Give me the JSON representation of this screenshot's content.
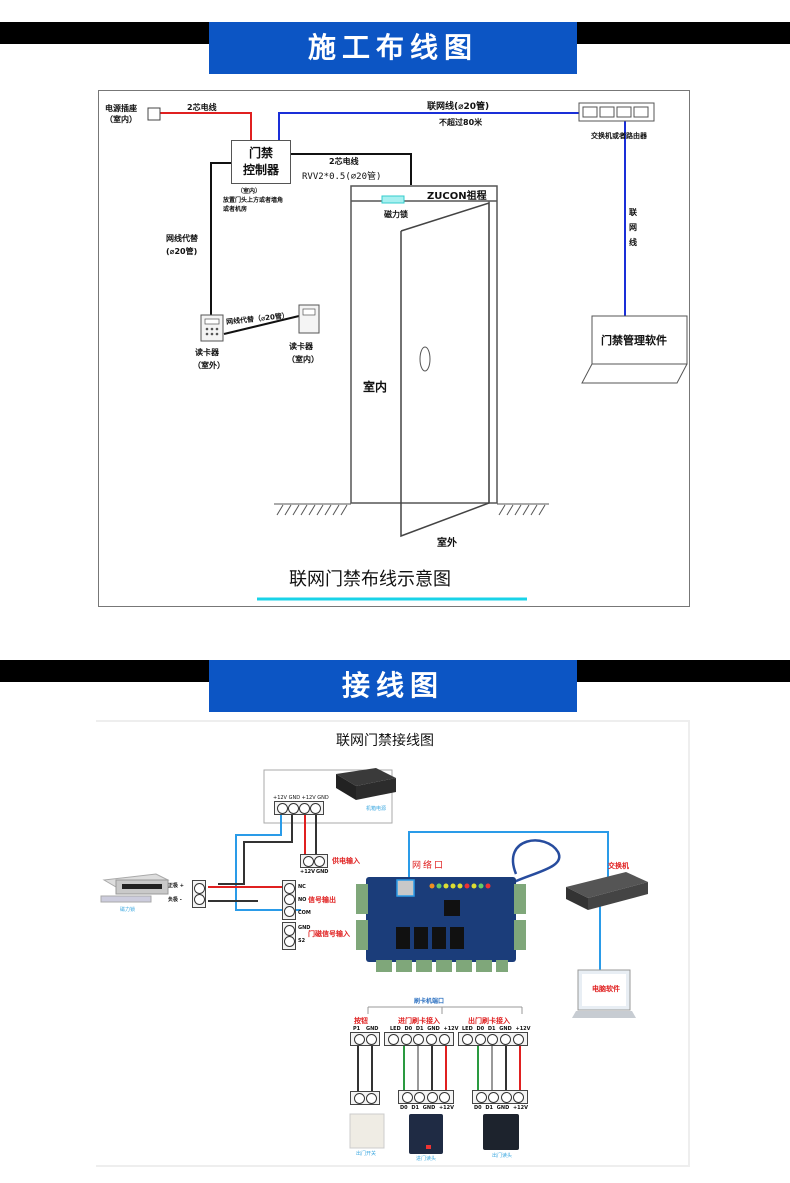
{
  "section1": {
    "banner_title": "施工布线图",
    "diagram": {
      "power_socket_label": "电源插座",
      "power_socket_sub": "（室内）",
      "power_wire_label": "2芯电线",
      "network_wire_label": "联网线(⌀20管)",
      "network_wire_note": "不超过80米",
      "switch_label": "交换机或者路由器",
      "controller_label_line1": "门禁",
      "controller_label_line2": "控制器",
      "controller_note_line1": "（室内）",
      "controller_note_line2": "放置门头上方或者墙角",
      "controller_note_line3": "或者机房",
      "lock_wire_label": "2芯电线",
      "lock_wire_spec": "RVV2*0.5(⌀20管)",
      "brand_logo": "ZUCON祖程",
      "maglock_label": "磁力锁",
      "reader_wire_label": "网线代替",
      "reader_wire_spec": "(⌀20管)",
      "reader_link_label": "网线代替（⌀20管）",
      "reader_out_label": "读卡器",
      "reader_out_sub": "（室外）",
      "reader_in_label": "读卡器",
      "reader_in_sub": "（室内）",
      "net_vertical_label": [
        "联",
        "网",
        "线"
      ],
      "software_label": "门禁管理软件",
      "indoor_label": "室内",
      "outdoor_label": "室外",
      "caption": "联网门禁布线示意图"
    },
    "colors": {
      "power_wire": "#e02020",
      "network_wire": "#1a2fd8",
      "caption_underline": "#19d3e8"
    }
  },
  "section2": {
    "banner_title": "接线图",
    "diagram": {
      "title": "联网门禁接线图",
      "psu_terminal_labels": [
        "+12V",
        "GND",
        "+12V",
        "GND"
      ],
      "psu_label": "机箱电源",
      "power_input_label": "供电输入",
      "power_input_pins": [
        "+12V",
        "GND"
      ],
      "maglock_pins": [
        "正极 +",
        "负极 -"
      ],
      "maglock_label": "磁力锁",
      "signal_pins": [
        "NC",
        "NO",
        "COM"
      ],
      "signal_output_label": "信号输出",
      "door_sensor_pins": [
        "GND",
        "S2"
      ],
      "door_sensor_label": "门磁信号输入",
      "network_port_label": "网络口",
      "switch_label": "交换机",
      "computer_label": "电脑软件",
      "card_port_label": "刷卡机端口",
      "button_group": {
        "label": "按钮",
        "pins": [
          "P1",
          "GND"
        ],
        "device": "出门开关"
      },
      "entry_reader_group": {
        "label": "进门刷卡接入",
        "pins": [
          "LED",
          "D0",
          "D1",
          "GND",
          "+12V"
        ],
        "device_pins": [
          "D0",
          "D1",
          "GND",
          "+12V"
        ],
        "device": "进门读头"
      },
      "exit_reader_group": {
        "label": "出门刷卡接入",
        "pins": [
          "LED",
          "D0",
          "D1",
          "GND",
          "+12V"
        ],
        "device_pins": [
          "D0",
          "D1",
          "GND",
          "+12V"
        ],
        "device": "出门读头"
      }
    },
    "colors": {
      "red_label": "#e02020",
      "cyan_label": "#3aa7e0",
      "board": "#1b3d7a",
      "wire_blue": "#2a9be8"
    }
  }
}
